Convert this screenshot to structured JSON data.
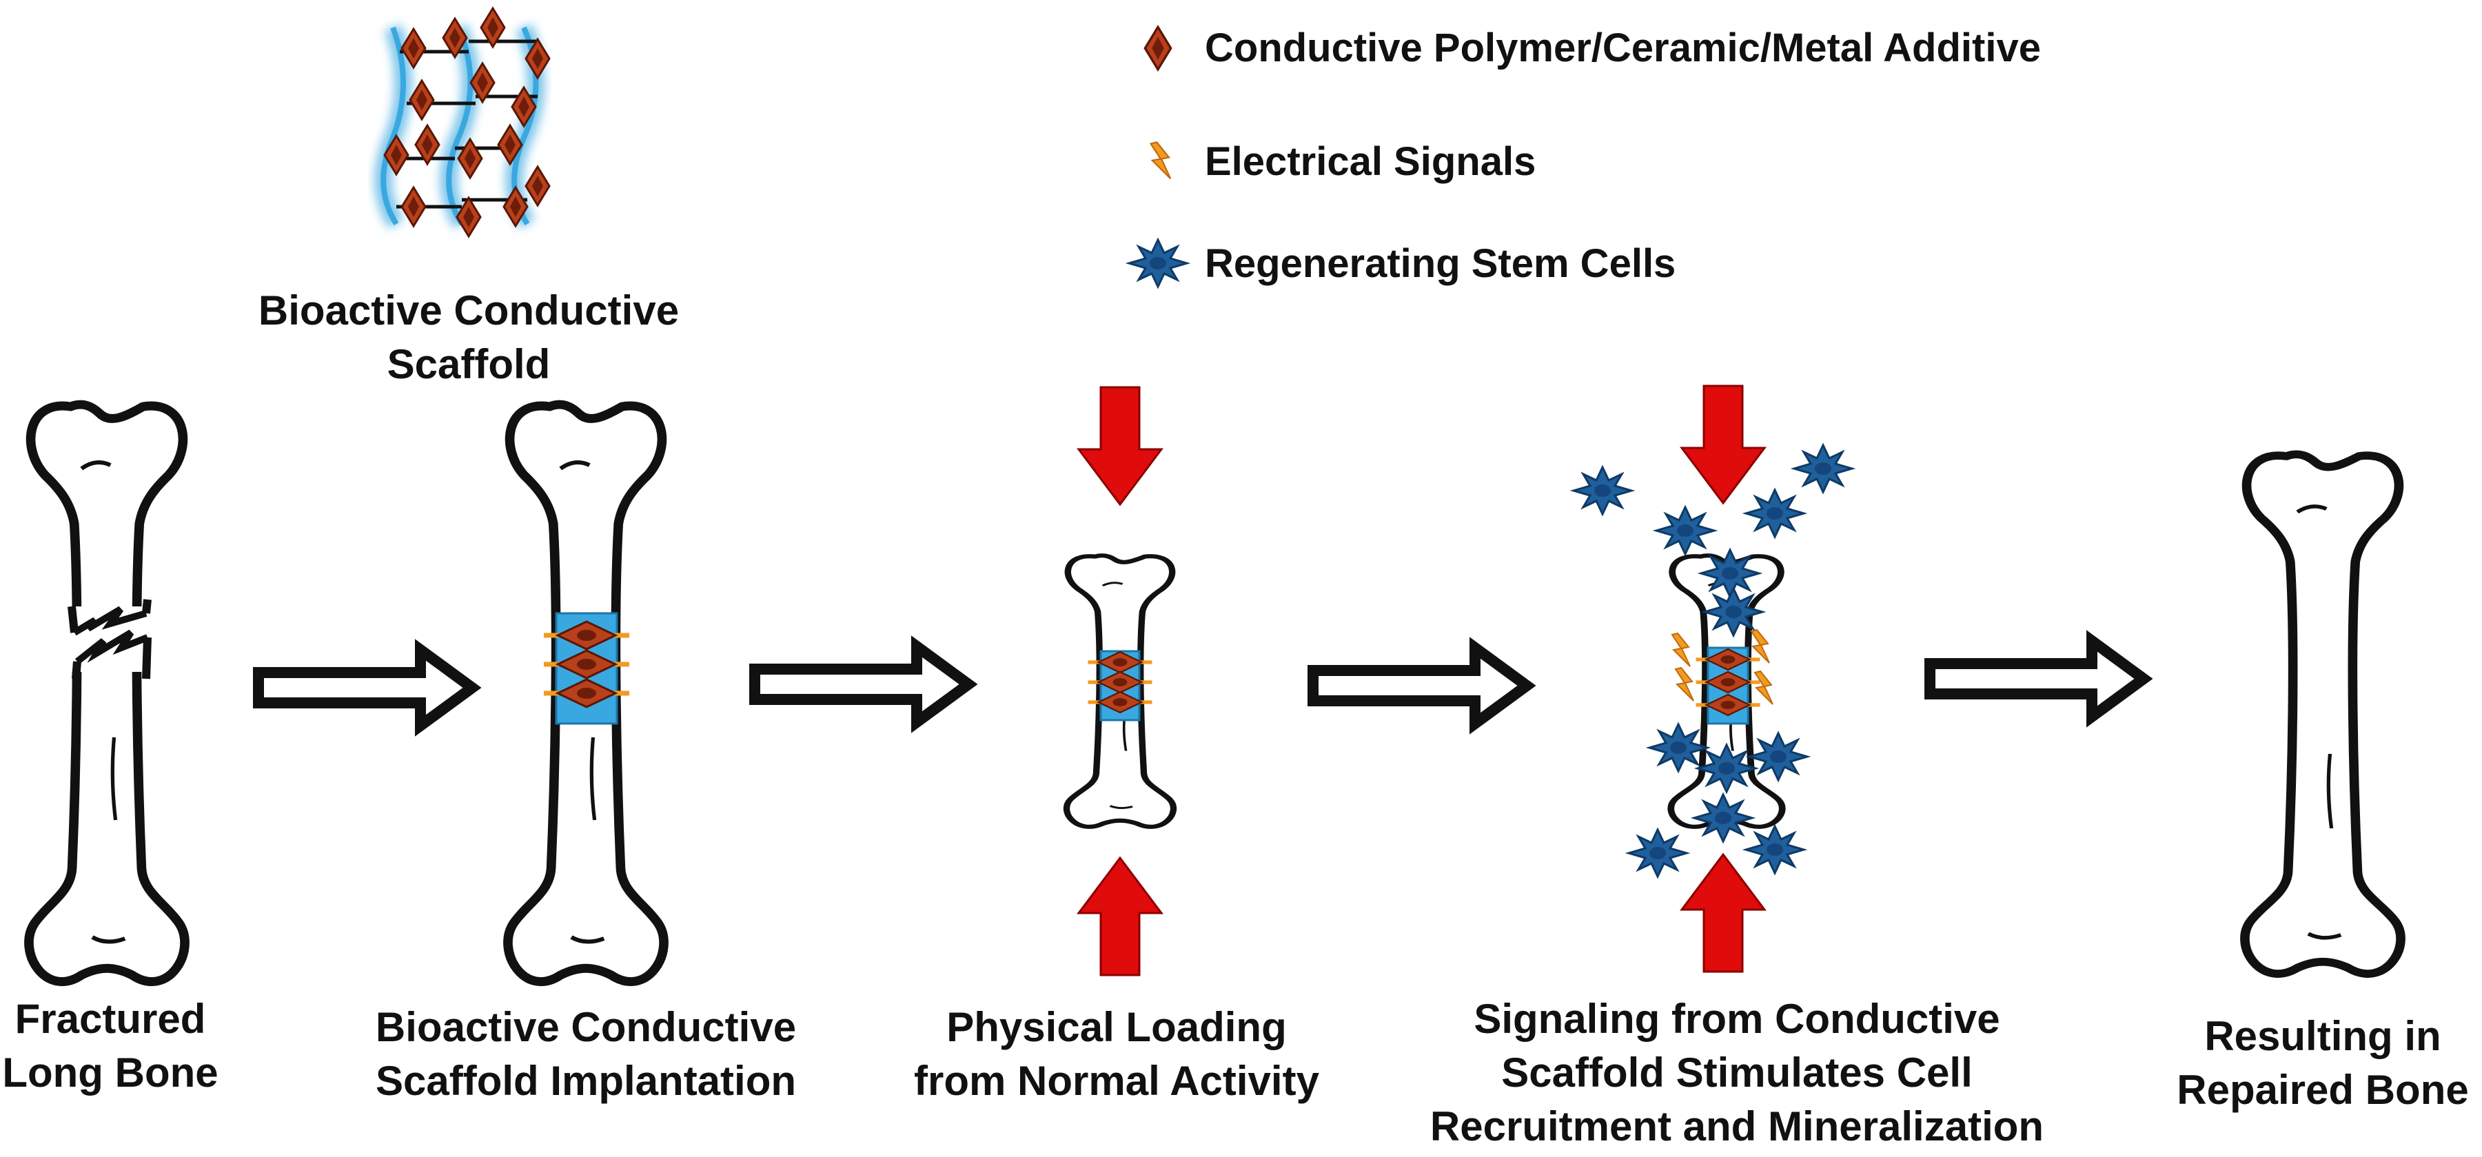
{
  "colors": {
    "scaffold_band": "#3aa8e0",
    "additive": "#b8401a",
    "additive_core": "#6e1d0a",
    "signal": "#f39a21",
    "stem_cell": "#1f5f9c",
    "force_arrow": "#e00b0b",
    "outline": "#111111"
  },
  "legend": {
    "additive_label": "Conductive Polymer/Ceramic/Metal Additive",
    "additive_icon": "diamond-icon",
    "signal_label": "Electrical Signals",
    "signal_icon": "lightning-bolt-icon",
    "cell_label": "Regenerating Stem Cells",
    "cell_icon": "stem-cell-icon"
  },
  "scaffold": {
    "title_line1": "Bioactive Conductive",
    "title_line2": "Scaffold"
  },
  "steps": [
    {
      "line1": "Fractured",
      "line2": "Long Bone"
    },
    {
      "line1": "Bioactive Conductive",
      "line2": "Scaffold Implantation"
    },
    {
      "line1": "Physical Loading",
      "line2": "from Normal Activity"
    },
    {
      "line1": "Signaling from Conductive",
      "line2": "Scaffold Stimulates Cell",
      "line3": "Recruitment and Mineralization"
    },
    {
      "line1": "Resulting in",
      "line2": "Repaired Bone"
    }
  ]
}
